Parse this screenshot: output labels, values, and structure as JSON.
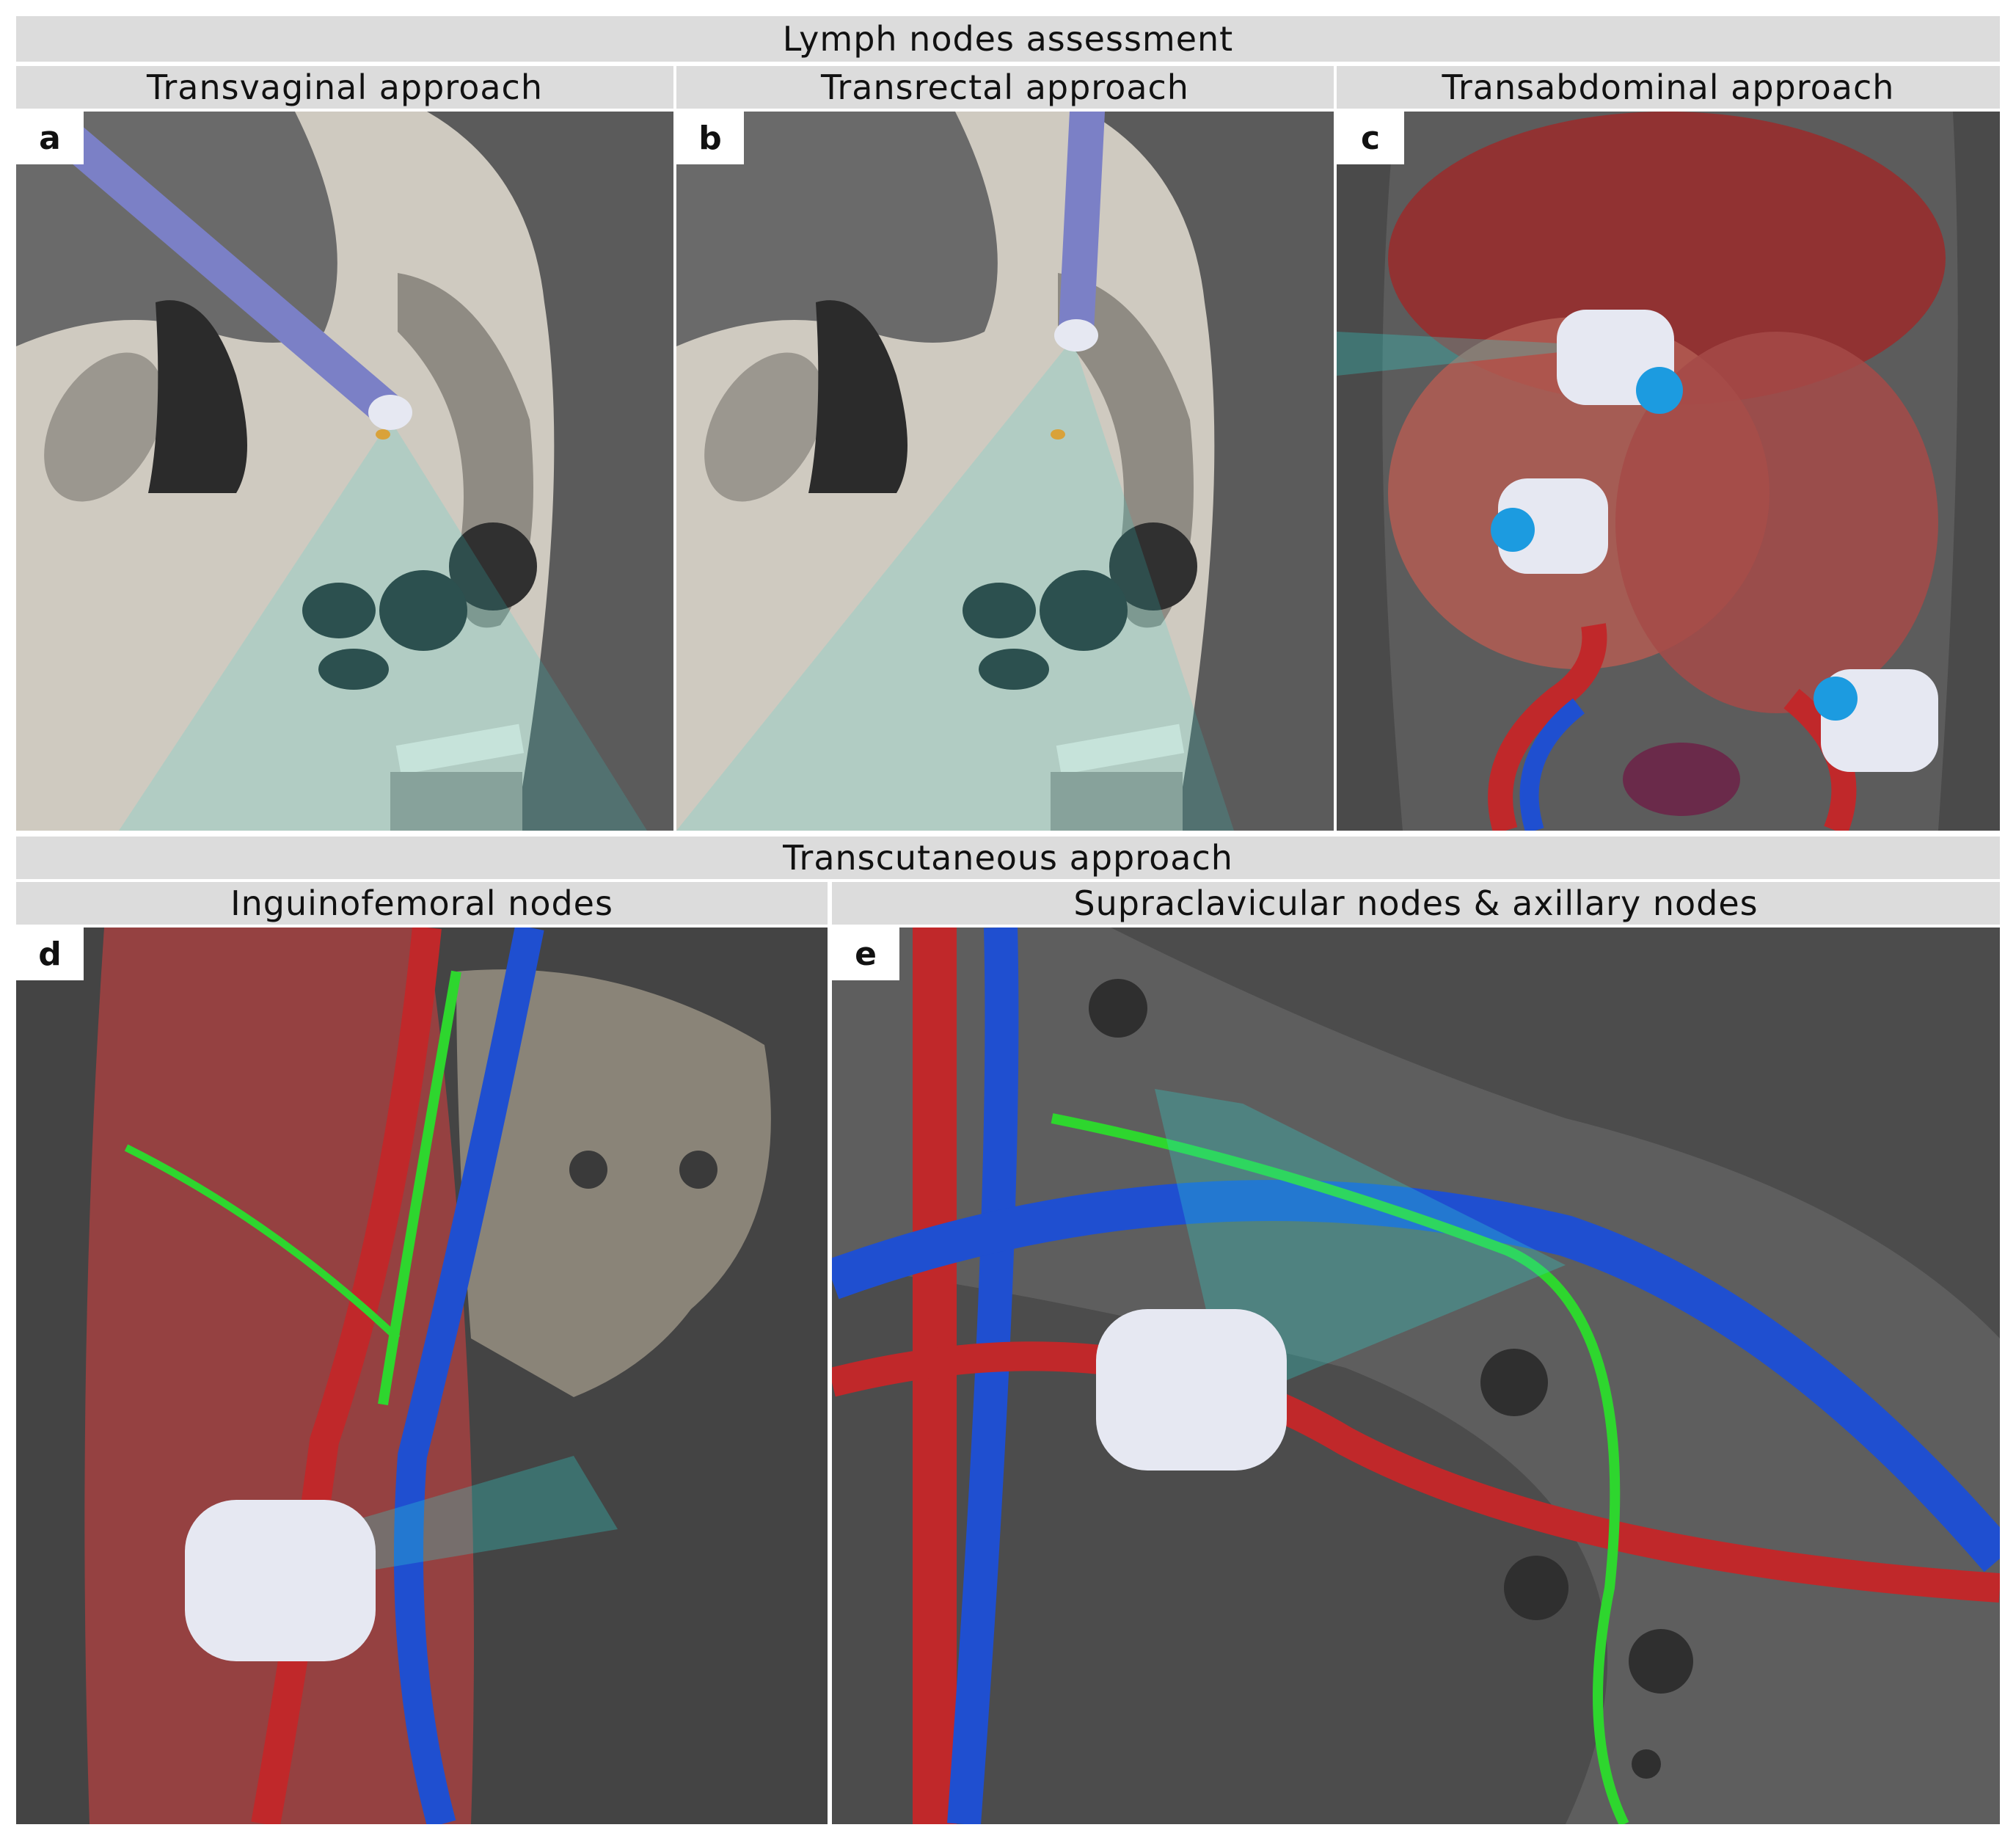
{
  "title": "Lymph nodes assessment",
  "top_row": {
    "headers": [
      "Transvaginal approach",
      "Transrectal approach",
      "Transabdominal approach"
    ],
    "panels": [
      {
        "label": "a"
      },
      {
        "label": "b"
      },
      {
        "label": "c"
      }
    ]
  },
  "section2_title": "Transcutaneous approach",
  "bottom_row": {
    "headers": [
      "Inguinofemoral nodes",
      "Supraclavicular nodes & axillary nodes"
    ],
    "panels": [
      {
        "label": "d"
      },
      {
        "label": "e"
      }
    ]
  },
  "colors": {
    "header_bg": "#dcdcdc",
    "artery": "#c0282a",
    "vein": "#1f4fd0",
    "lymph": "#2ed62e",
    "beam": "#2fd7d0",
    "probe": "#e6e8f2",
    "probe_handle": "#7b80c6",
    "tissue": "#cfcac0"
  }
}
